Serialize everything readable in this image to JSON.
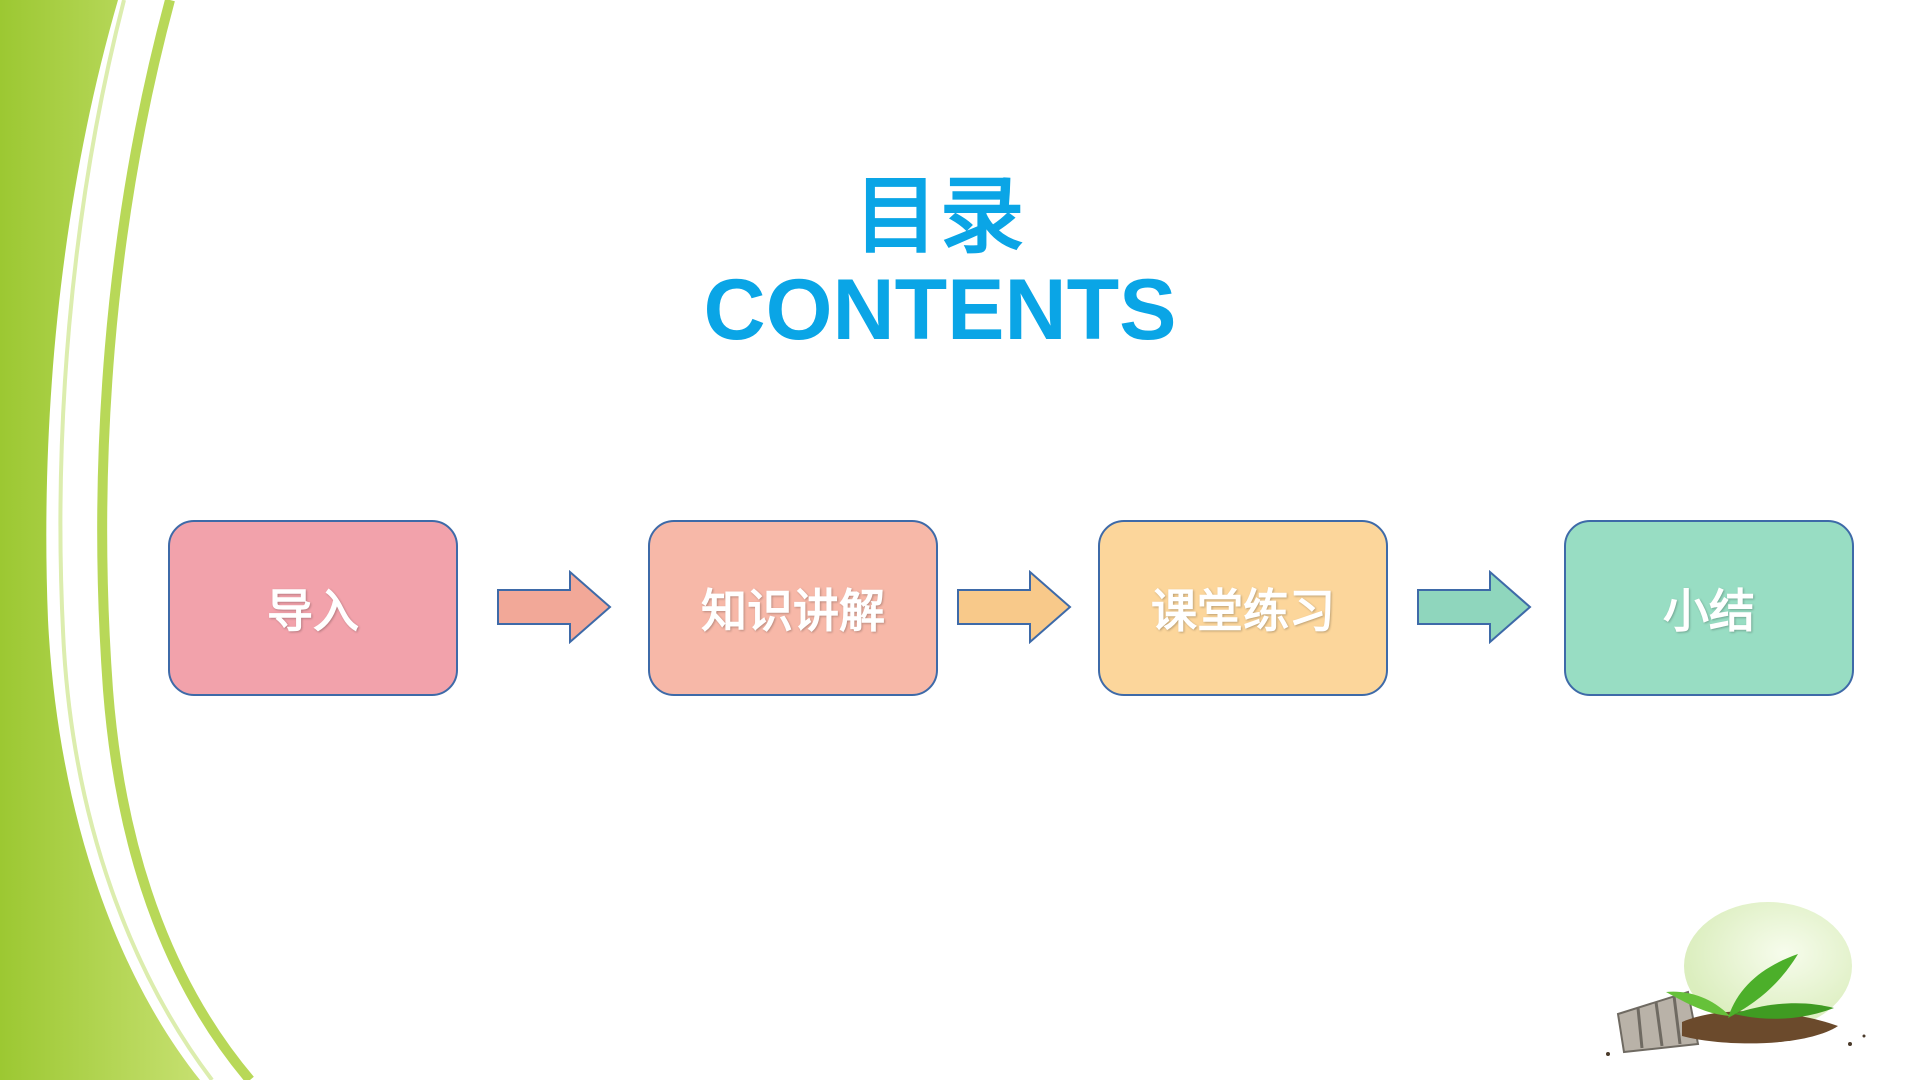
{
  "title": {
    "chinese": "目录",
    "english": "CONTENTS"
  },
  "steps": [
    {
      "label": "导入",
      "color": "#f2a2ab"
    },
    {
      "label": "知识讲解",
      "color": "#f7b8a8"
    },
    {
      "label": "课堂练习",
      "color": "#fcd69b"
    },
    {
      "label": "小结",
      "color": "#98ddc3"
    }
  ],
  "arrows": [
    {
      "color": "#f2a898"
    },
    {
      "color": "#f8c98a"
    },
    {
      "color": "#8fd6bd"
    }
  ],
  "colors": {
    "title": "#0aa5e6",
    "border": "#3e6aa8",
    "accent_green": "#a6cf3a"
  },
  "icons": {
    "decoration": "green-swoosh-icon",
    "corner": "lightbulb-sprout-icon"
  }
}
